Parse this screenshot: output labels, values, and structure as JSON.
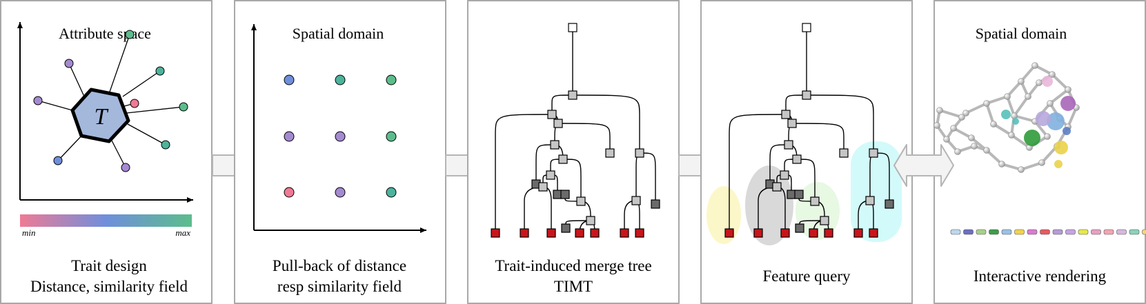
{
  "colors": {
    "panel_border": "#a8a8a8",
    "arrow_fill": "#f3f3f3",
    "arrow_stroke": "#b5b5b5",
    "hexagon_fill": "#a4b8dc",
    "grad_min": "#ef7a95",
    "grad_mid": "#6f8fdc",
    "grad_max": "#5cbd8c",
    "blue": "#6f8fdc",
    "teal": "#4db39c",
    "green": "#5cbd8c",
    "purple": "#a48ad0",
    "pink": "#ef7a95",
    "red_leaf": "#c8151b",
    "dark_node": "#6b6b6b",
    "light_node": "#c6c6c6",
    "root_node": "#ffffff",
    "highlight_yellow": "#fbf7c8",
    "highlight_gray": "#d9d9d9",
    "highlight_green": "#e7f8e3",
    "highlight_cyan": "#d3fafa"
  },
  "panels": [
    {
      "id": "trait-design",
      "title": "Attribute space",
      "caption_lines": [
        "Trait design",
        "Distance, similarity field"
      ],
      "hexagon_label": "T",
      "gradient_min_label": "min",
      "gradient_max_label": "max"
    },
    {
      "id": "pull-back",
      "title": "Spatial domain",
      "caption_lines": [
        "Pull-back of distance",
        "resp similarity field"
      ]
    },
    {
      "id": "merge-tree",
      "title": "",
      "caption_lines": [
        "Trait-induced merge tree",
        "TIMT"
      ]
    },
    {
      "id": "feature-query",
      "title": "",
      "caption_lines": [
        "Feature query"
      ]
    },
    {
      "id": "rendering",
      "title": "Spatial domain",
      "caption_lines": [
        "Interactive rendering"
      ]
    }
  ],
  "icons": {
    "flow_arrow": "right-arrow-icon",
    "bidirectional_arrow": "double-arrow-icon",
    "molecule": "molecule-icon"
  }
}
